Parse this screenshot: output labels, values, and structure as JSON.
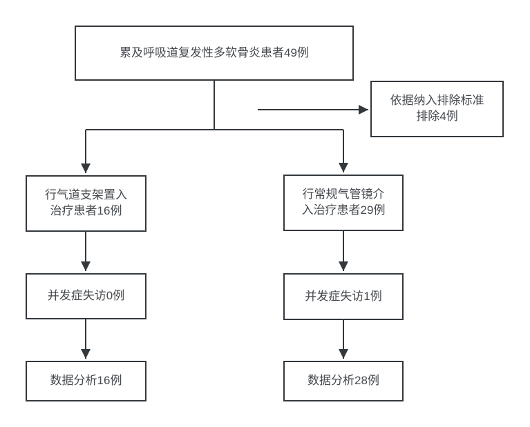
{
  "diagram": {
    "type": "flowchart",
    "background_color": "#ffffff",
    "stroke_color": "#33383d",
    "text_color": "#45494e",
    "nodes": {
      "total": {
        "label": "累及呼吸道复发性多软骨炎患者49例"
      },
      "excluded": {
        "label": "依据纳入排除标准\n排除4例"
      },
      "stent": {
        "label": "行气道支架置入\n治疗患者16例"
      },
      "bronchoscopy": {
        "label": "行常规气管镜介\n入治疗患者29例"
      },
      "stent_lost": {
        "label": "并发症失访0例"
      },
      "bronch_lost": {
        "label": "并发症失访1例"
      },
      "stent_analysis": {
        "label": "数据分析16例"
      },
      "bronch_analysis": {
        "label": "数据分析28例"
      }
    },
    "edges": [
      {
        "from": "total",
        "to": "stent",
        "arrow": true
      },
      {
        "from": "total",
        "to": "bronchoscopy",
        "arrow": true
      },
      {
        "from": "total",
        "to": "excluded",
        "arrow": true
      },
      {
        "from": "stent",
        "to": "stent_lost",
        "arrow": true
      },
      {
        "from": "bronchoscopy",
        "to": "bronch_lost",
        "arrow": true
      },
      {
        "from": "stent_lost",
        "to": "stent_analysis",
        "arrow": true
      },
      {
        "from": "bronch_lost",
        "to": "bronch_analysis",
        "arrow": true
      }
    ]
  }
}
